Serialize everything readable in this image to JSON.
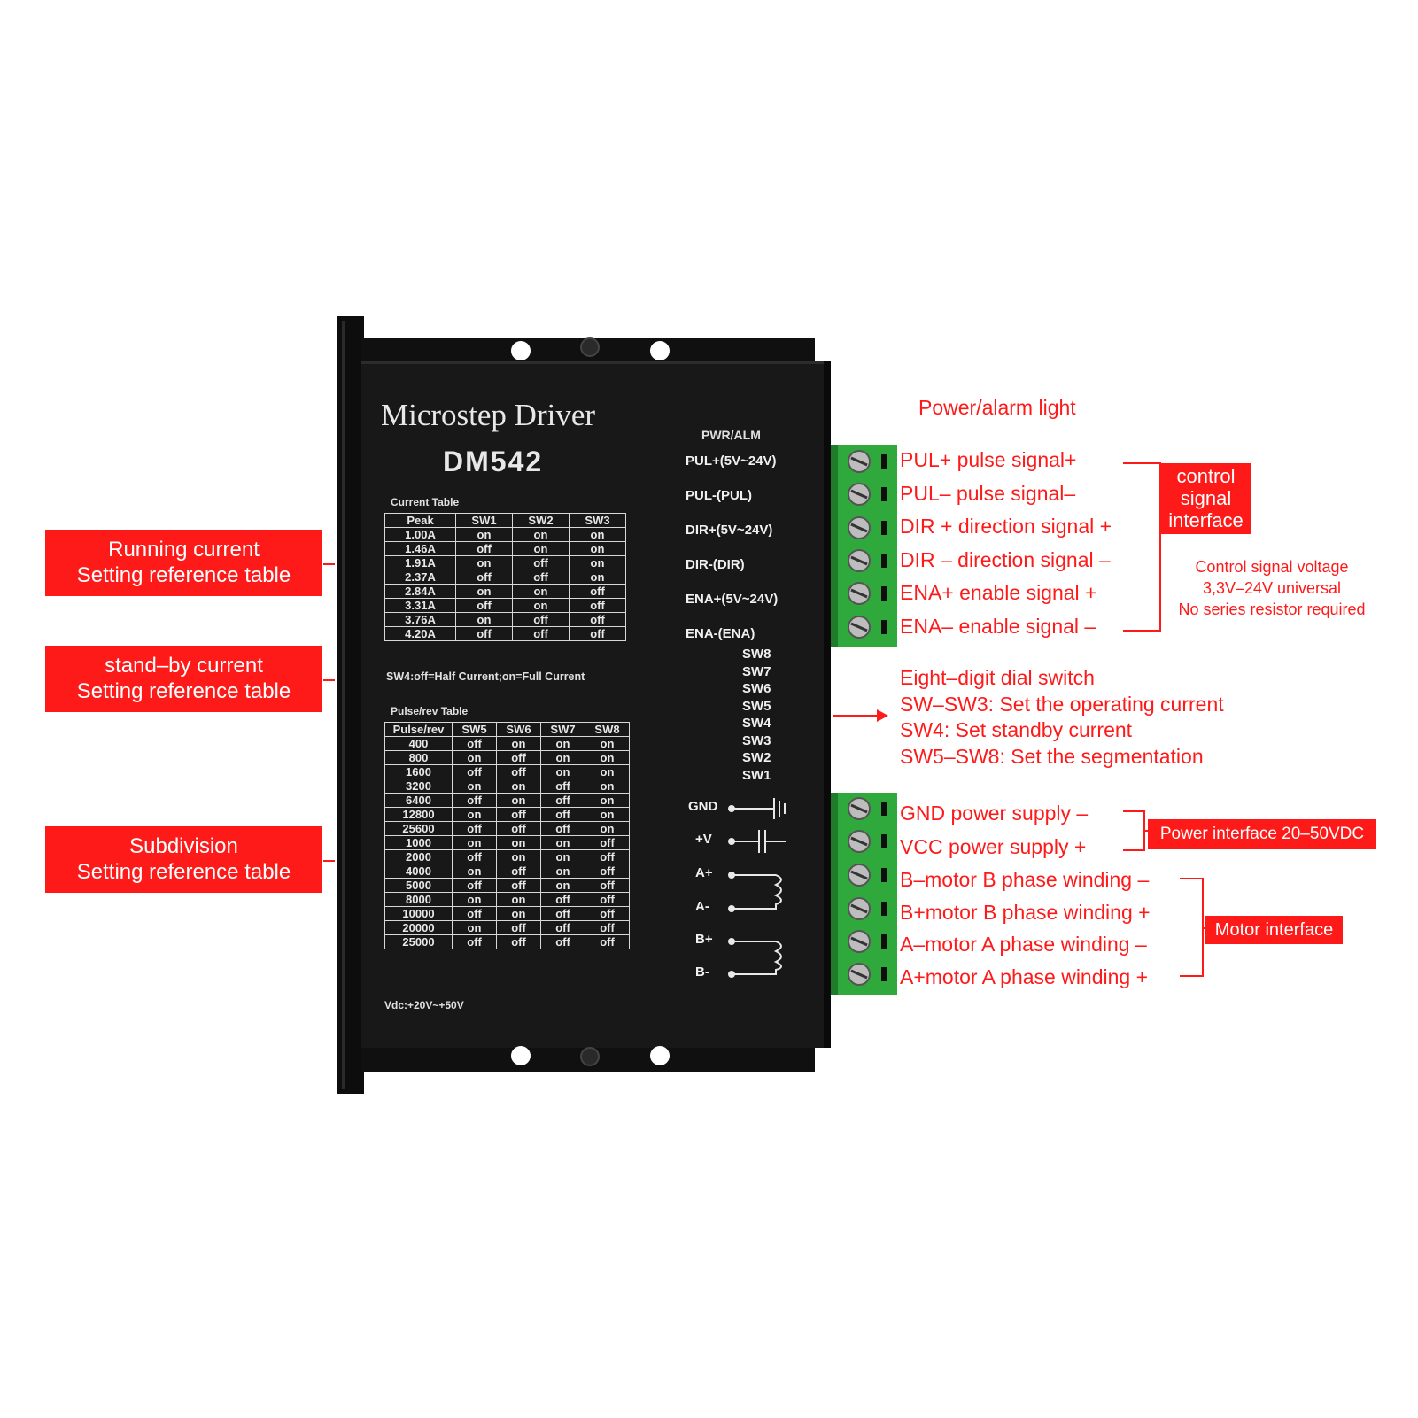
{
  "panel": {
    "title": "Microstep Driver",
    "model": "DM542",
    "current_table_caption": "Current Table",
    "current_table_headers": [
      "Peak",
      "SW1",
      "SW2",
      "SW3"
    ],
    "current_table_rows": [
      [
        "1.00A",
        "on",
        "on",
        "on"
      ],
      [
        "1.46A",
        "off",
        "on",
        "on"
      ],
      [
        "1.91A",
        "on",
        "off",
        "on"
      ],
      [
        "2.37A",
        "off",
        "off",
        "on"
      ],
      [
        "2.84A",
        "on",
        "on",
        "off"
      ],
      [
        "3.31A",
        "off",
        "on",
        "off"
      ],
      [
        "3.76A",
        "on",
        "off",
        "off"
      ],
      [
        "4.20A",
        "off",
        "off",
        "off"
      ]
    ],
    "sw4_note": "SW4:off=Half Current;on=Full Current",
    "pulse_table_caption": "Pulse/rev Table",
    "pulse_table_headers": [
      "Pulse/rev",
      "SW5",
      "SW6",
      "SW7",
      "SW8"
    ],
    "pulse_table_rows": [
      [
        "400",
        "off",
        "on",
        "on",
        "on"
      ],
      [
        "800",
        "on",
        "off",
        "on",
        "on"
      ],
      [
        "1600",
        "off",
        "off",
        "on",
        "on"
      ],
      [
        "3200",
        "on",
        "on",
        "off",
        "on"
      ],
      [
        "6400",
        "off",
        "on",
        "off",
        "on"
      ],
      [
        "12800",
        "on",
        "off",
        "off",
        "on"
      ],
      [
        "25600",
        "off",
        "off",
        "off",
        "on"
      ],
      [
        "1000",
        "on",
        "on",
        "on",
        "off"
      ],
      [
        "2000",
        "off",
        "on",
        "on",
        "off"
      ],
      [
        "4000",
        "on",
        "off",
        "on",
        "off"
      ],
      [
        "5000",
        "off",
        "off",
        "on",
        "off"
      ],
      [
        "8000",
        "on",
        "on",
        "off",
        "off"
      ],
      [
        "10000",
        "off",
        "on",
        "off",
        "off"
      ],
      [
        "20000",
        "on",
        "off",
        "off",
        "off"
      ],
      [
        "25000",
        "off",
        "off",
        "off",
        "off"
      ]
    ],
    "vdc": "Vdc:+20V~+50V",
    "pwr_alm": "PWR/ALM",
    "signal_pins": [
      "PUL+(5V~24V)",
      "PUL-(PUL)",
      "DIR+(5V~24V)",
      "DIR-(DIR)",
      "ENA+(5V~24V)",
      "ENA-(ENA)"
    ],
    "switches": [
      "SW8",
      "SW7",
      "SW6",
      "SW5",
      "SW4",
      "SW3",
      "SW2",
      "SW1"
    ],
    "power_pins": [
      "GND",
      "+V",
      "A+",
      "A-",
      "B+",
      "B-"
    ]
  },
  "callouts": {
    "left": [
      {
        "line1": "Running current",
        "line2": "Setting reference table"
      },
      {
        "line1": "stand–by current",
        "line2": "Setting reference table"
      },
      {
        "line1": "Subdivision",
        "line2": "Setting reference table"
      }
    ],
    "power_light": "Power/alarm light",
    "signal_labels": [
      "PUL+ pulse signal+",
      "PUL– pulse signal–",
      "DIR + direction signal +",
      "DIR – direction signal –",
      "ENA+ enable signal +",
      "ENA– enable signal –"
    ],
    "control_box": {
      "line1": "control",
      "line2": "signal",
      "line3": "interface"
    },
    "control_note": {
      "line1": "Control signal voltage",
      "line2": "3,3V–24V universal",
      "line3": "No series resistor required"
    },
    "switch_desc": [
      "Eight–digit dial switch",
      "SW–SW3: Set the operating current",
      "SW4: Set standby current",
      "SW5–SW8: Set the segmentation"
    ],
    "power_labels": [
      "GND power supply –",
      "VCC power supply +"
    ],
    "power_box": "Power interface 20–50VDC",
    "motor_labels": [
      "B–motor B phase winding –",
      "B+motor B phase winding +",
      "A–motor A phase winding –",
      "A+motor A phase winding +"
    ],
    "motor_box": "Motor interface"
  },
  "colors": {
    "callout_red": "#ff1a1a",
    "body_black": "#141414",
    "terminal_green": "#2fa83c"
  }
}
